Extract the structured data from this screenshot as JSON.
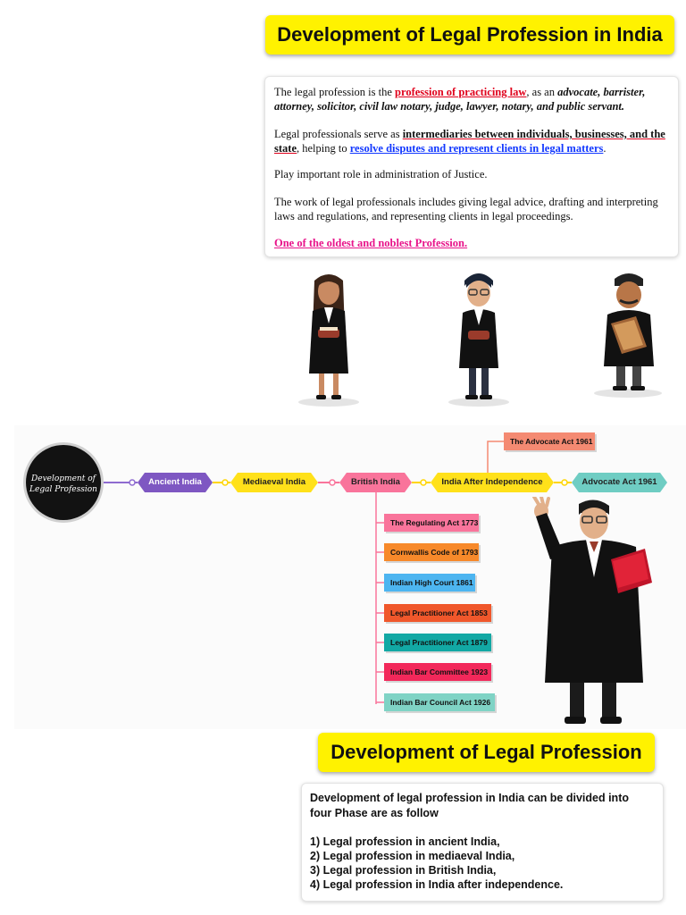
{
  "header": {
    "title": "Development of Legal Profession in India"
  },
  "intro": {
    "p1_a": "The legal profession is the ",
    "p1_link": "profession of practicing law",
    "p1_b": ", as an ",
    "p1_roles": "advocate, barrister, attorney, solicitor, civil law notary, judge, lawyer, notary, and public servant.",
    "p2_a": "Legal professionals serve as ",
    "p2_em": "intermediaries between individuals, businesses, and the state",
    "p2_b": ", helping to ",
    "p2_link": "resolve disputes and represent clients in legal matters",
    "p2_c": ".",
    "p3": "Play important role in administration of Justice.",
    "p4": "The work of legal professionals includes giving legal advice, drafting and interpreting laws and regulations, and representing clients in legal proceedings.",
    "p5": "One of the oldest and noblest Profession."
  },
  "mindmap": {
    "root": [
      "Development of",
      "Legal Profession"
    ],
    "main_nodes": [
      "Ancient India",
      "Mediaeval India",
      "British India",
      "India After Independence",
      "Advocate Act 1961"
    ],
    "after_independence_child": "The Advocate Act 1961",
    "british_children": [
      "The Regulating Act 1773",
      "Cornwallis Code of 1793",
      "Indian High Court 1861",
      "Legal Practitioner Act 1853",
      "Legal Practitioner Act 1879",
      "Indian Bar Committee 1923",
      "Indian Bar Council Act 1926"
    ]
  },
  "section2": {
    "title": "Development of Legal Profession",
    "intro_line1": "Development of legal profession in India can be divided into",
    "intro_line2": "four Phase are as follow",
    "phases": [
      "1) Legal profession in ancient India,",
      "2) Legal profession in mediaeval India,",
      "3) Legal profession in British India,",
      "4) Legal profession in India after independence."
    ]
  },
  "colors": {
    "ancient": "#7e57c2",
    "mediaeval": "#ffe11a",
    "british": "#f9749b",
    "after_independence": "#ffe11a",
    "advocate": "#6fcdc3"
  }
}
